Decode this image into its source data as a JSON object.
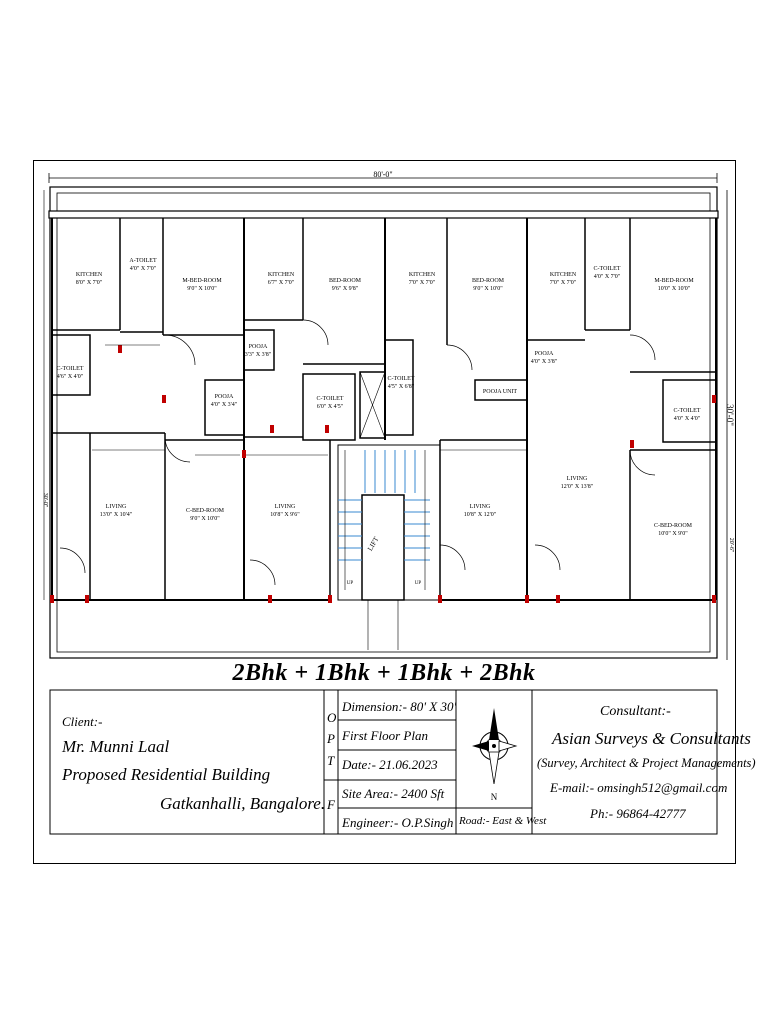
{
  "plan": {
    "overall_width": "80'-0\"",
    "overall_depth": "30'-0\"",
    "side_dim_left": "30'-0\"",
    "side_dim_right": "20'-6\"",
    "rooms": [
      {
        "key": "k1",
        "name": "KITCHEN",
        "size": "8'0\" X 7'0\""
      },
      {
        "key": "t1",
        "name": "A-TOILET",
        "size": "4'0\" X 7'0\""
      },
      {
        "key": "mb1",
        "name": "M-BED-ROOM",
        "size": "9'0\" X 10'0\""
      },
      {
        "key": "k2",
        "name": "KITCHEN",
        "size": "6'7\" X 7'0\""
      },
      {
        "key": "b2",
        "name": "BED-ROOM",
        "size": "9'6\" X 9'8\""
      },
      {
        "key": "k3",
        "name": "KITCHEN",
        "size": "7'0\" X 7'0\""
      },
      {
        "key": "b3",
        "name": "BED-ROOM",
        "size": "9'0\" X 10'0\""
      },
      {
        "key": "k4",
        "name": "KITCHEN",
        "size": "7'0\" X 7'0\""
      },
      {
        "key": "t4",
        "name": "C-TOILET",
        "size": "4'0\" X 7'0\""
      },
      {
        "key": "mb4",
        "name": "M-BED-ROOM",
        "size": "10'0\" X 10'0\""
      },
      {
        "key": "ct1",
        "name": "C-TOILET",
        "size": "4'6\" X 4'0\""
      },
      {
        "key": "p1",
        "name": "POOJA",
        "size": "4'0\" X 3'4\""
      },
      {
        "key": "p2",
        "name": "POOJA",
        "size": "3'3\" X 3'8\""
      },
      {
        "key": "ct2",
        "name": "C-TOILET",
        "size": "6'0\" X 4'5\""
      },
      {
        "key": "ct3",
        "name": "C-TOILET",
        "size": "4'5\" X 6'8\""
      },
      {
        "key": "p3",
        "name": "POOJA",
        "size": "4'0\" X 3'8\""
      },
      {
        "key": "p3u",
        "name": "POOJA UNIT",
        "size": ""
      },
      {
        "key": "ct4",
        "name": "C-TOILET",
        "size": "4'0\" X 4'0\""
      },
      {
        "key": "l1",
        "name": "LIVING",
        "size": "13'0\" X 10'4\""
      },
      {
        "key": "cb1",
        "name": "C-BED-ROOM",
        "size": "9'0\" X 10'0\""
      },
      {
        "key": "l2",
        "name": "LIVING",
        "size": "10'8\" X 9'6\""
      },
      {
        "key": "l3",
        "name": "LIVING",
        "size": "10'8\" X 12'0\""
      },
      {
        "key": "l4",
        "name": "LIVING",
        "size": "12'0\" X 13'8\""
      },
      {
        "key": "cb4",
        "name": "C-BED-ROOM",
        "size": "10'0\" X 9'0\""
      }
    ],
    "lift": "LIFT",
    "up": "UP"
  },
  "headline": "2Bhk + 1Bhk + 1Bhk + 2Bhk",
  "title_block": {
    "client_label": "Client:-",
    "client_name": "Mr. Munni Laal",
    "project": "Proposed Residential Building",
    "location": "Gatkanhalli, Bangalore.",
    "opt_letters": [
      "O",
      "P",
      "T"
    ],
    "f_letter": "F",
    "dimension": "Dimension:- 80' X 30'",
    "floor": "First Floor Plan",
    "date": "Date:- 21.06.2023",
    "site_area": "Site Area:- 2400 Sft",
    "engineer": "Engineer:- O.P.Singh",
    "road": "Road:- East & West",
    "north": "N",
    "consultant_label": "Consultant:-",
    "consultant_name": "Asian Surveys & Consultants",
    "consultant_desc": "(Survey, Architect & Project Managements)",
    "email": "E-mail:- omsingh512@gmail.com",
    "phone": "Ph:- 96864-42777"
  }
}
